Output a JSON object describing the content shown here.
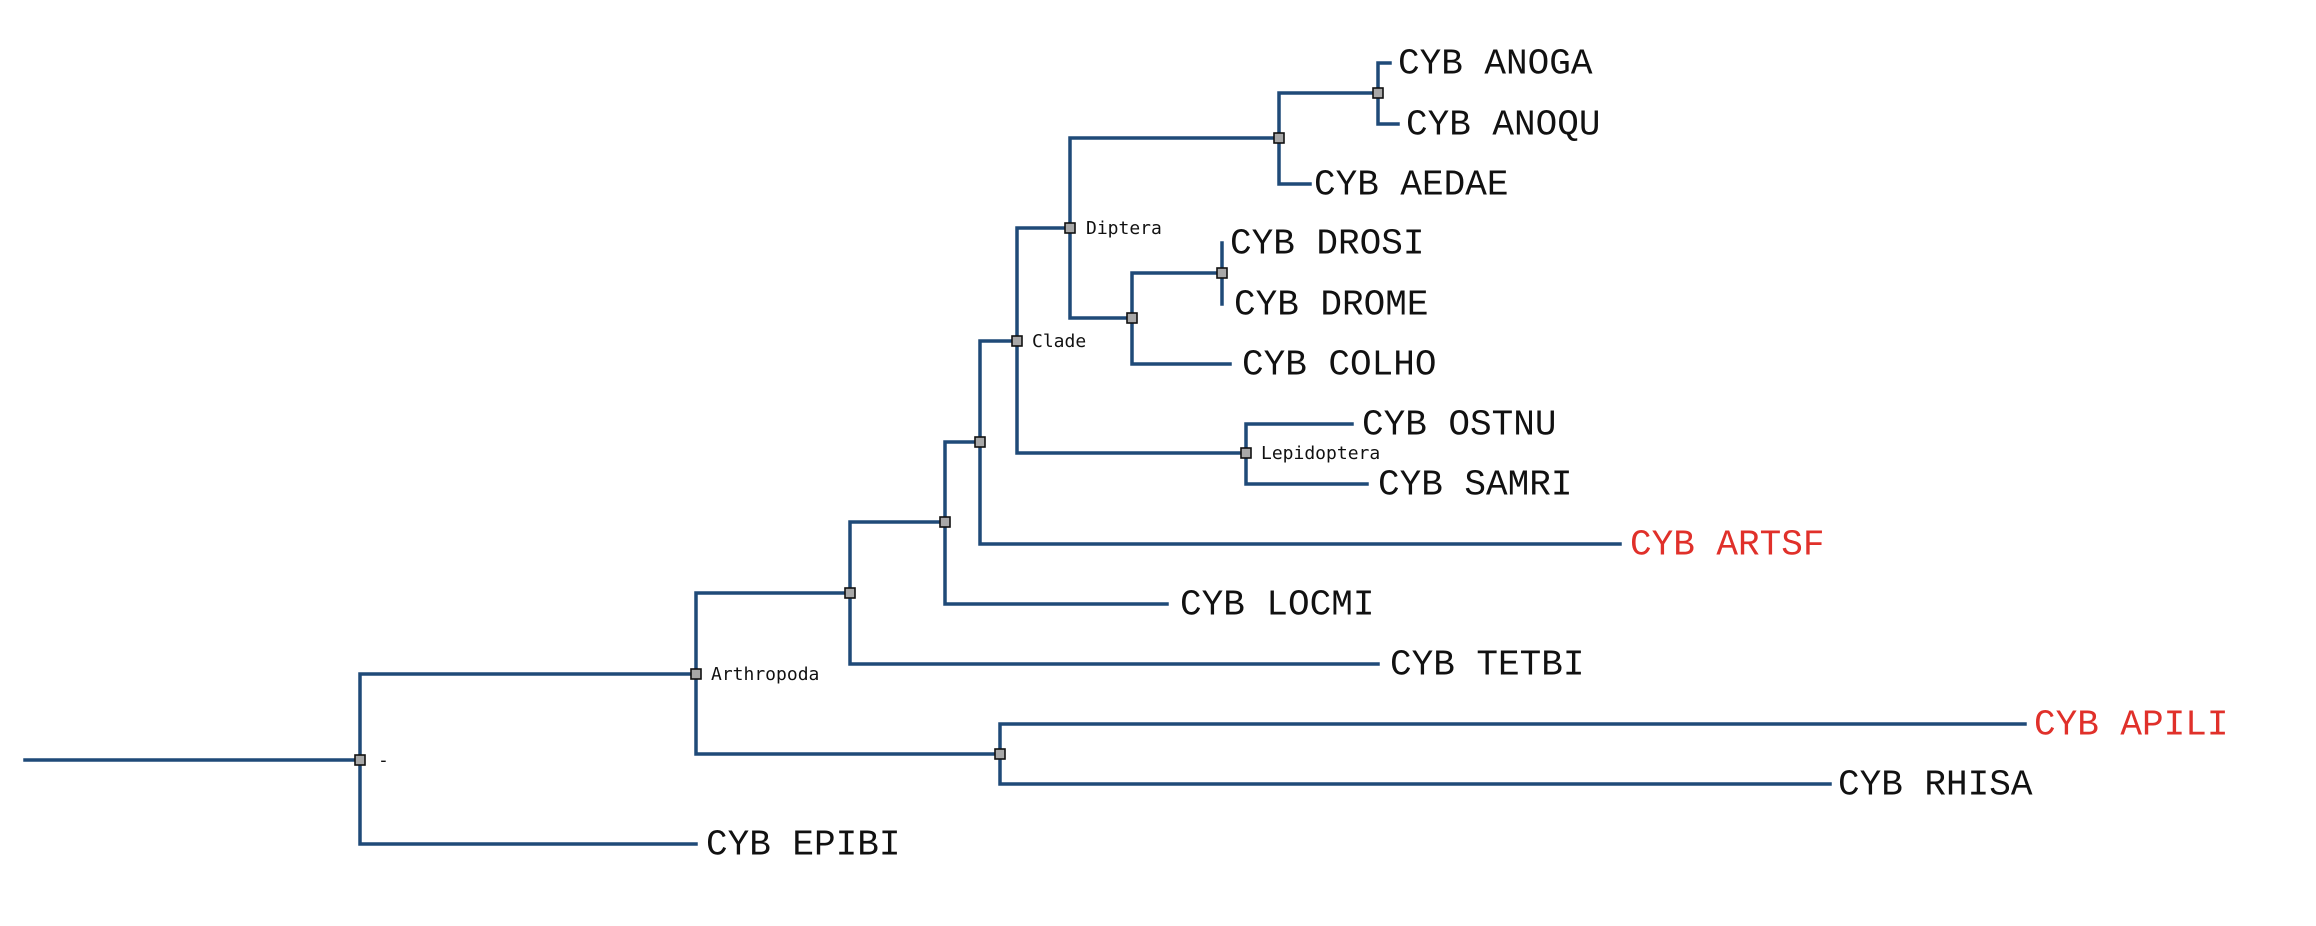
{
  "tree": {
    "highlight_color": "#e0302a",
    "branch_color": "#1f4a78",
    "root_node_label": "-",
    "clade_labels": {
      "arthropoda": "Arthropoda",
      "clade": "Clade",
      "diptera": "Diptera",
      "lepidoptera": "Lepidoptera"
    },
    "leaves": [
      {
        "id": "anoga",
        "label": "CYB ANOGA",
        "highlighted": false
      },
      {
        "id": "anoqu",
        "label": "CYB ANOQU",
        "highlighted": false
      },
      {
        "id": "aedae",
        "label": "CYB AEDAE",
        "highlighted": false
      },
      {
        "id": "drosi",
        "label": "CYB DROSI",
        "highlighted": false
      },
      {
        "id": "drome",
        "label": "CYB DROME",
        "highlighted": false
      },
      {
        "id": "colho",
        "label": "CYB COLHO",
        "highlighted": false
      },
      {
        "id": "ostnu",
        "label": "CYB OSTNU",
        "highlighted": false
      },
      {
        "id": "samri",
        "label": "CYB SAMRI",
        "highlighted": false
      },
      {
        "id": "artsf",
        "label": "CYB ARTSF",
        "highlighted": true
      },
      {
        "id": "locmi",
        "label": "CYB LOCMI",
        "highlighted": false
      },
      {
        "id": "tetbi",
        "label": "CYB TETBI",
        "highlighted": false
      },
      {
        "id": "apili",
        "label": "CYB APILI",
        "highlighted": true
      },
      {
        "id": "rhisa",
        "label": "CYB RHISA",
        "highlighted": false
      },
      {
        "id": "epibi",
        "label": "CYB EPIBI",
        "highlighted": false
      }
    ]
  }
}
